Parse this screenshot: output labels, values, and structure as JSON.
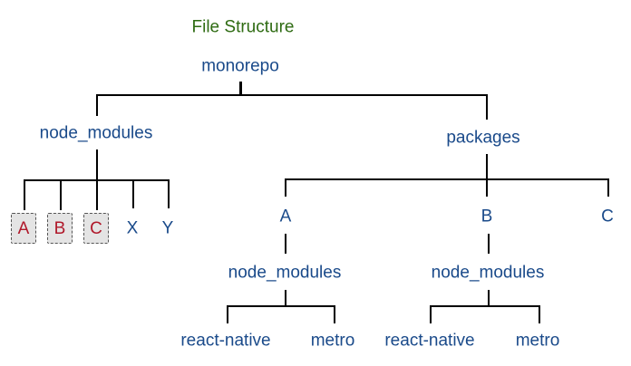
{
  "title": "File Structure",
  "colors": {
    "title": "#2e6b12",
    "node_text": "#1a4a8a",
    "hoisted_text": "#b0182a",
    "hoisted_box_fill": "#e4e4e4",
    "lines": "#000000"
  },
  "tree": {
    "root": "monorepo",
    "left": {
      "label": "node_modules",
      "children": [
        "A",
        "B",
        "C",
        "X",
        "Y"
      ],
      "hoisted": [
        "A",
        "B",
        "C"
      ]
    },
    "right": {
      "label": "packages",
      "children": [
        {
          "label": "A",
          "sub": {
            "label": "node_modules",
            "children": [
              "react-native",
              "metro"
            ]
          }
        },
        {
          "label": "B",
          "sub": {
            "label": "node_modules",
            "children": [
              "react-native",
              "metro"
            ]
          }
        },
        {
          "label": "C"
        }
      ]
    }
  }
}
